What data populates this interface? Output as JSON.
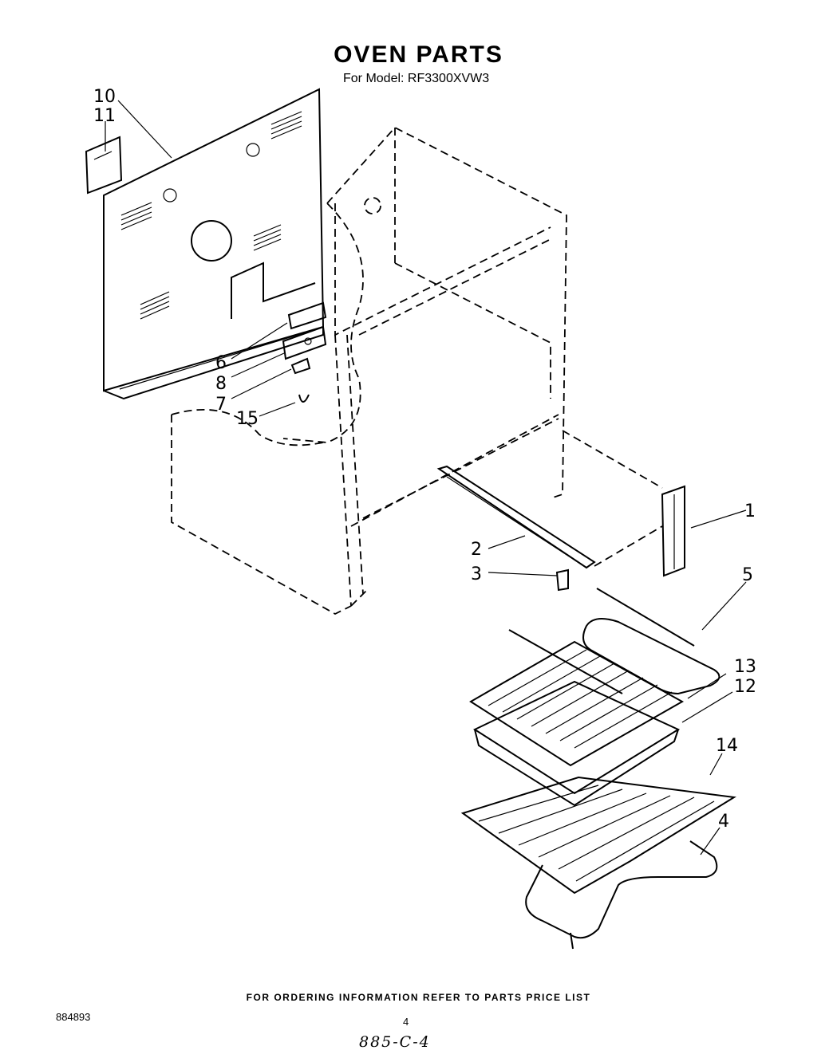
{
  "header": {
    "title": "OVEN PARTS",
    "subtitle": "For Model: RF3300XVW3"
  },
  "callouts": [
    "1",
    "2",
    "3",
    "4",
    "5",
    "6",
    "7",
    "8",
    "10",
    "11",
    "12",
    "13",
    "14",
    "15"
  ],
  "footer": {
    "ordering_note": "FOR ORDERING INFORMATION REFER TO PARTS PRICE LIST",
    "document_code": "884893",
    "page_number": "4",
    "handwritten_note": "885-C-4"
  }
}
